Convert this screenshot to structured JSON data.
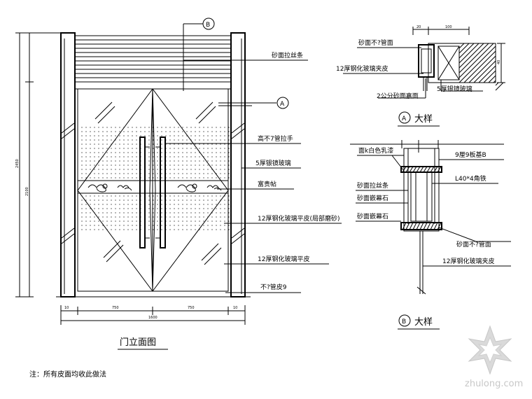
{
  "markers": {
    "a": "A",
    "b": "B"
  },
  "elevation": {
    "title": "门立面图",
    "labels": {
      "top_band": "砂面拉丝条",
      "handle": "高不7管拉手",
      "glass_side": "5厚银镜玻璃",
      "emblem": "富贵帖",
      "glass_mid": "12厚钢化玻璃平皮(局部磨砂)",
      "glass_low": "12厚钢化玻璃平皮",
      "base": "不?管皮9"
    },
    "dims": {
      "bottom_left": "10",
      "bottom_mid1": "750",
      "bottom_mid2": "750",
      "bottom_right": "10",
      "bottom_total": "1600",
      "left_overall": "2450",
      "left_mid": "2100"
    }
  },
  "detail_a": {
    "title": "大样",
    "labels": {
      "top": "砂面不?管面",
      "left": "12厚钢化玻璃夹皮",
      "bottom_left": "2公分砂面嘉面",
      "bottom_right": "5厚银镜玻璃"
    },
    "dims": {
      "d1": "20",
      "d2": "100",
      "d3": "40"
    }
  },
  "detail_b": {
    "title": "大样",
    "labels": {
      "top_left": "面k白色乳漆",
      "top_right": "9厘9板基B",
      "mid_right": "L40*4角铁",
      "mid_left": "砂面拉丝条",
      "low_left": "砂面嵌幕石",
      "low_right": "砂面不?管面",
      "bottom_right": "12厚钢化玻璃夹皮"
    }
  },
  "note": "注：所有皮面均收此做法",
  "watermark": {
    "site": "zhulong.com"
  }
}
